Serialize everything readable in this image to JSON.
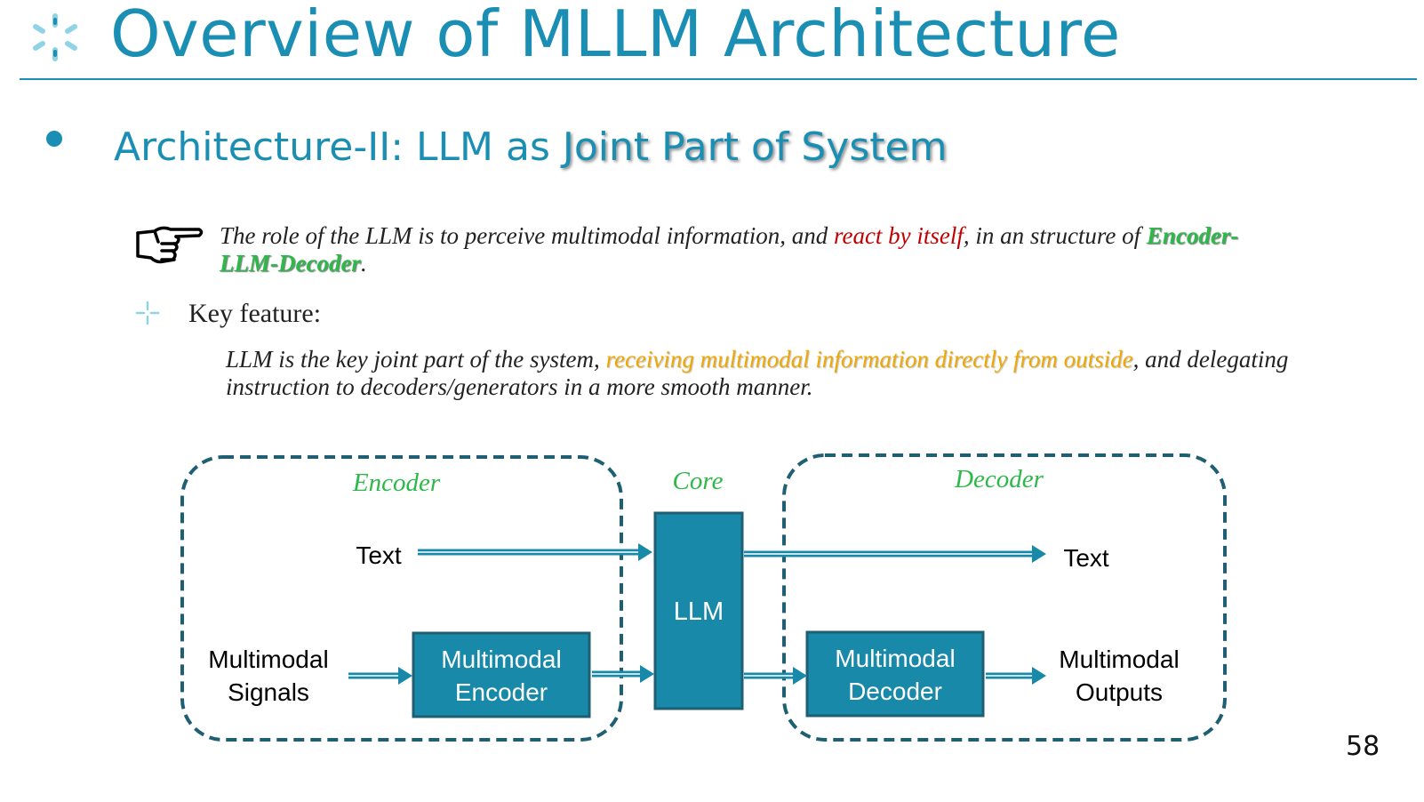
{
  "slide": {
    "title": "Overview of MLLM Architecture",
    "subtitle_prefix": "Architecture-II: LLM as ",
    "subtitle_highlight": "Joint Part of System",
    "page_number": "58",
    "accent_color": "#1b8fb3"
  },
  "role": {
    "part1": "The role of the LLM is to perceive multimodal information, and ",
    "red": "react by itself",
    "part2": ", in an structure of ",
    "green": "Encoder-LLM-Decoder",
    "part3": "."
  },
  "key_feature": {
    "label": "Key feature:",
    "part1": "LLM is the key joint part of the system, ",
    "orange": "receiving multimodal information directly from outside",
    "part2": ", and delegating instruction to decoders/generators in a more smooth manner."
  },
  "diagram": {
    "group_encoder": "Encoder",
    "group_core": "Core",
    "group_decoder": "Decoder",
    "input_text": "Text",
    "input_signals_1": "Multimodal",
    "input_signals_2": "Signals",
    "enc_box_1": "Multimodal",
    "enc_box_2": "Encoder",
    "llm": "LLM",
    "dec_box_1": "Multimodal",
    "dec_box_2": "Decoder",
    "output_text": "Text",
    "output_1": "Multimodal",
    "output_2": "Outputs"
  }
}
